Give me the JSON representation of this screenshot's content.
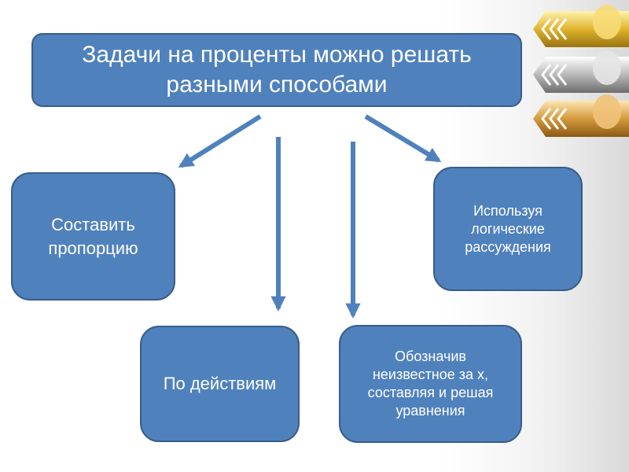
{
  "diagram": {
    "title": "Задачи на проценты можно решать разными способами",
    "methods": {
      "proportion": "Составить пропорцию",
      "actions": "По действиям",
      "equation": "Обозначив неизвестное за х, составляя и решая уравнения",
      "logical": "Используя логические рассуждения"
    }
  }
}
